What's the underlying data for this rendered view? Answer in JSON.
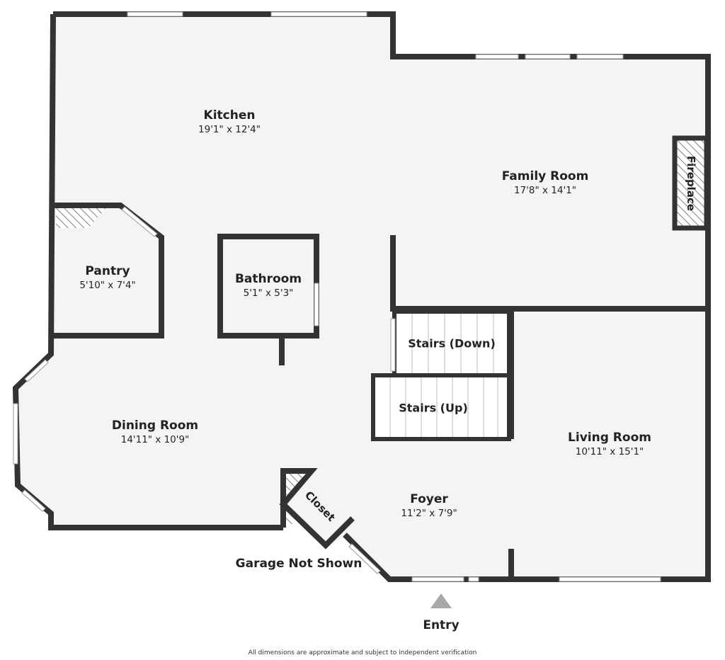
{
  "rooms": [
    {
      "name": "Kitchen",
      "dims": "19'1\" x 12'4\""
    },
    {
      "name": "Family Room",
      "dims": "17'8\" x 14'1\""
    },
    {
      "name": "Pantry",
      "dims": "5'10\" x 7'4\""
    },
    {
      "name": "Bathroom",
      "dims": "5'1\" x 5'3\""
    },
    {
      "name": "Dining Room",
      "dims": "14'11\" x 10'9\""
    },
    {
      "name": "Living Room",
      "dims": "10'11\" x 15'1\""
    },
    {
      "name": "Foyer",
      "dims": "11'2\" x 7'9\""
    }
  ],
  "labels": {
    "stairs_down": "Stairs (Down)",
    "stairs_up": "Stairs (Up)",
    "fireplace": "Fireplace",
    "closet": "Closet",
    "garage": "Garage Not Shown",
    "entry": "Entry"
  },
  "footer": "All dimensions are approximate and subject to independent verification",
  "colors": {
    "wall": "#333333",
    "floor": "#f4f4f4",
    "entry_arrow": "#a8a8a8"
  }
}
